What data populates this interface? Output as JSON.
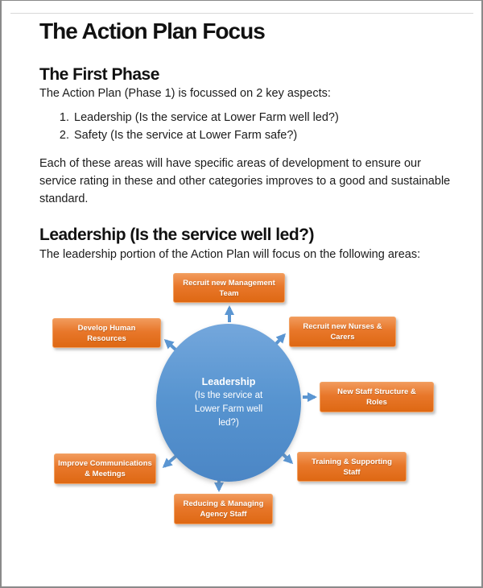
{
  "page": {
    "title": "The Action Plan Focus",
    "first_phase": {
      "heading": "The First Phase",
      "intro": "The Action Plan (Phase 1) is focussed on 2 key aspects:",
      "list": [
        "Leadership (Is the service at Lower Farm well led?)",
        "Safety (Is the service at Lower Farm safe?)"
      ],
      "paragraph": "Each of these areas will have specific areas of development to ensure our service rating in these and other categories improves to a good and sustainable standard."
    },
    "leadership_section": {
      "heading": "Leadership (Is the service well led?)",
      "intro": "The leadership portion of the Action Plan will focus on the following areas:"
    }
  },
  "diagram": {
    "center": {
      "title": "Leadership",
      "subtitle": "(Is the service at Lower Farm well led?)"
    },
    "nodes": [
      {
        "label": "Recruit new Management Team"
      },
      {
        "label": "Develop Human Resources"
      },
      {
        "label": "Recruit new Nurses & Carers"
      },
      {
        "label": "New Staff Structure & Roles"
      },
      {
        "label": "Training & Supporting Staff"
      },
      {
        "label": "Improve Communications & Meetings"
      },
      {
        "label": "Reducing & Managing Agency Staff"
      }
    ],
    "colors": {
      "node_top": "#F19A5B",
      "node_mid": "#E8772A",
      "node_bot": "#DE6813",
      "node_text": "#FFFFFF",
      "circle_top": "#74A7DC",
      "circle_mid": "#5794D0",
      "circle_bot": "#4B86C5",
      "arrow": "#5B96D2"
    }
  }
}
